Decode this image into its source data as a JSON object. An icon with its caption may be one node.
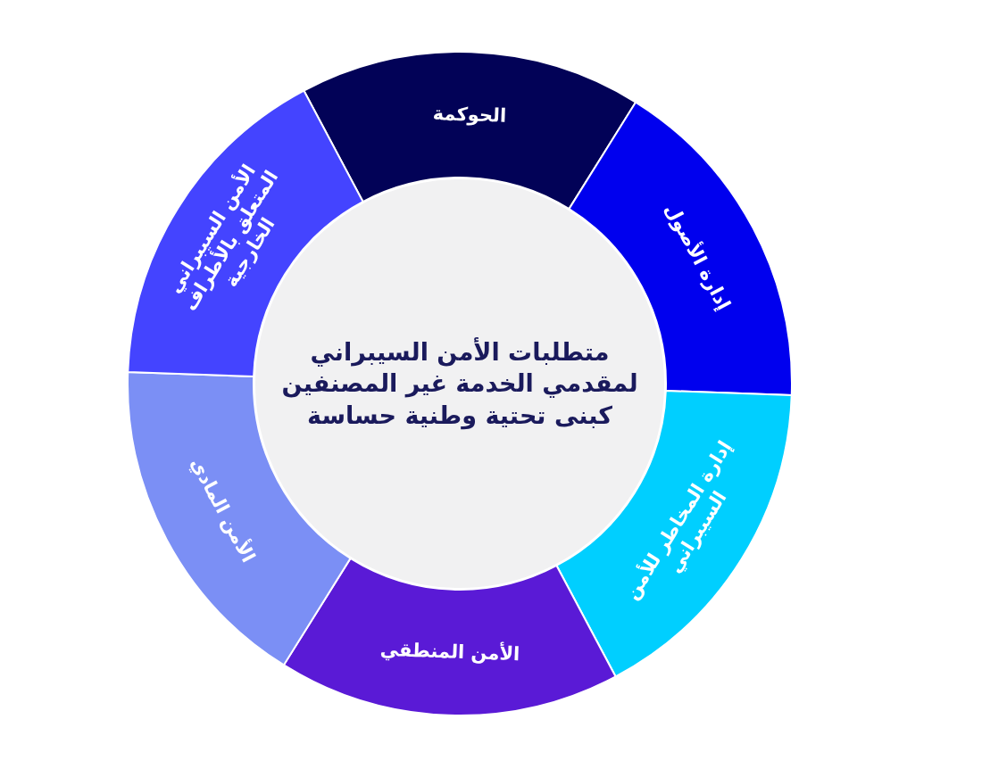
{
  "diagram": {
    "nodes": [
      {
        "text": [
          "متطلبات الأمن السيبراني لمقدمي الخدمة غير المصنفين كبنى تحتية وطنية حساسة"
        ]
      },
      {
        "text": [
          "الحوكمة"
        ]
      },
      {
        "text": [
          "إدارة الأصول"
        ]
      },
      {
        "text": [
          "إدارة المخاطر للأمن السيبراني"
        ]
      },
      {
        "text": [
          "الأمن المنطقي"
        ]
      },
      {
        "text": [
          "الأمن المادي"
        ]
      },
      {
        "text": [
          "الأمن السيبراني المتعلق بالأطراف الخارجية"
        ]
      }
    ]
  }
}
